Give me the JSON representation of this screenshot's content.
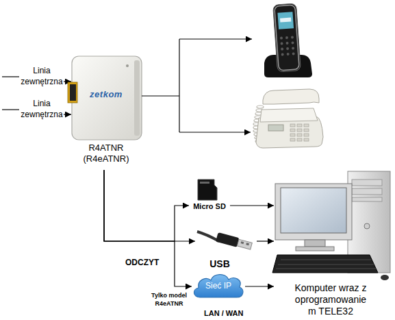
{
  "diagram": {
    "nodes": [
      {
        "text": [
          "zetkom",
          "R4ATNR (R4eATNR)"
        ]
      },
      {
        "text": [
          "Micro SD"
        ]
      },
      {
        "text": [
          "USB"
        ]
      },
      {
        "text": [
          "Sieć IP"
        ]
      },
      {
        "text": [
          "Komputer wraz z oprogramowanie m TELE32"
        ]
      }
    ],
    "edges": [
      {
        "from": 0,
        "to": 1,
        "arrow": "to"
      },
      {
        "from": 0,
        "to": 2,
        "arrow": "to"
      },
      {
        "from": 0,
        "to": 3,
        "arrow": "to"
      },
      {
        "from": 1,
        "to": 4,
        "arrow": "to"
      },
      {
        "from": 2,
        "to": 4,
        "arrow": "to"
      },
      {
        "from": 3,
        "to": 4,
        "arrow": "to"
      }
    ],
    "labels": [
      "Linia zewnętrzna",
      "Linia zewnętrzna",
      "ODCZYT",
      "Tylko model R4eATNR",
      "LAN / WAN"
    ]
  }
}
